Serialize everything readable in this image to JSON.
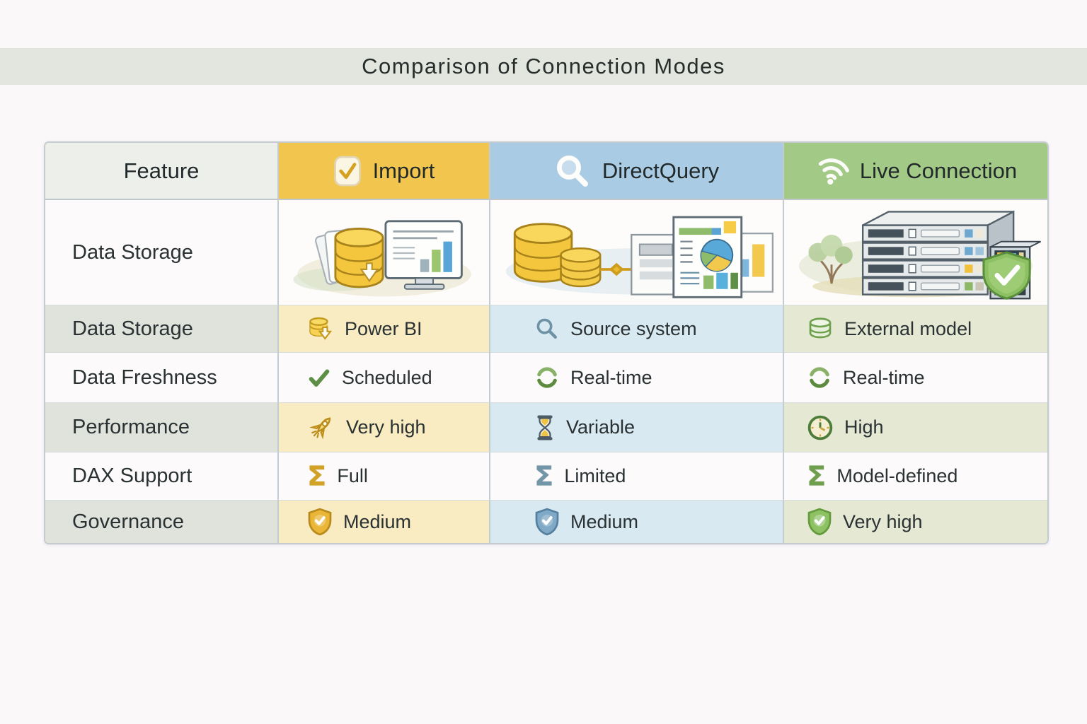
{
  "page": {
    "title": "Comparison of Connection Modes"
  },
  "icons": {
    "sigma_glyph": "Σ"
  },
  "colors": {
    "title_band_bg": "#e3e6df",
    "import_header": "#f2c64e",
    "directquery_header": "#a9cbe3",
    "live_header": "#a3c987",
    "import_tint": "#f9ecc2",
    "directquery_tint": "#d9e9f2",
    "live_tint": "#e5e9d4",
    "feature_tint": "#dfe3db",
    "gold_accent": "#d2a226",
    "blue_accent": "#6e92a5",
    "green_accent": "#5e8f46"
  },
  "table": {
    "columns": {
      "feature": {
        "label": "Feature"
      },
      "import": {
        "label": "Import",
        "icon": "check-box-icon"
      },
      "directquery": {
        "label": "DirectQuery",
        "icon": "search-icon"
      },
      "live": {
        "label": "Live Connection",
        "icon": "wifi-icon"
      }
    },
    "illustration_row": {
      "feature": "Data Storage",
      "import_illustration": "database-download-with-report-monitor",
      "directquery_illustration": "databases-linked-to-report-pages",
      "live_illustration": "server-rack-with-green-shield-and-tree"
    },
    "rows": [
      {
        "feature": "Data Storage",
        "cells": {
          "import": {
            "icon": "database-download-icon",
            "value": "Power BI"
          },
          "directquery": {
            "icon": "search-icon",
            "value": "Source system"
          },
          "live": {
            "icon": "database-icon",
            "value": "External model"
          }
        }
      },
      {
        "feature": "Data Freshness",
        "cells": {
          "import": {
            "icon": "check-icon",
            "value": "Scheduled"
          },
          "directquery": {
            "icon": "refresh-icon",
            "value": "Real-time"
          },
          "live": {
            "icon": "refresh-icon",
            "value": "Real-time"
          }
        }
      },
      {
        "feature": "Performance",
        "cells": {
          "import": {
            "icon": "rocket-icon",
            "value": "Very high"
          },
          "directquery": {
            "icon": "hourglass-icon",
            "value": "Variable"
          },
          "live": {
            "icon": "clock-icon",
            "value": "High"
          }
        }
      },
      {
        "feature": "DAX Support",
        "cells": {
          "import": {
            "icon": "sigma-icon",
            "value": "Full"
          },
          "directquery": {
            "icon": "sigma-icon",
            "value": "Limited"
          },
          "live": {
            "icon": "sigma-icon",
            "value": "Model-defined"
          }
        }
      },
      {
        "feature": "Governance",
        "cells": {
          "import": {
            "icon": "shield-check-icon",
            "value": "Medium"
          },
          "directquery": {
            "icon": "shield-check-icon",
            "value": "Medium"
          },
          "live": {
            "icon": "shield-check-icon",
            "value": "Very high"
          }
        }
      }
    ]
  }
}
